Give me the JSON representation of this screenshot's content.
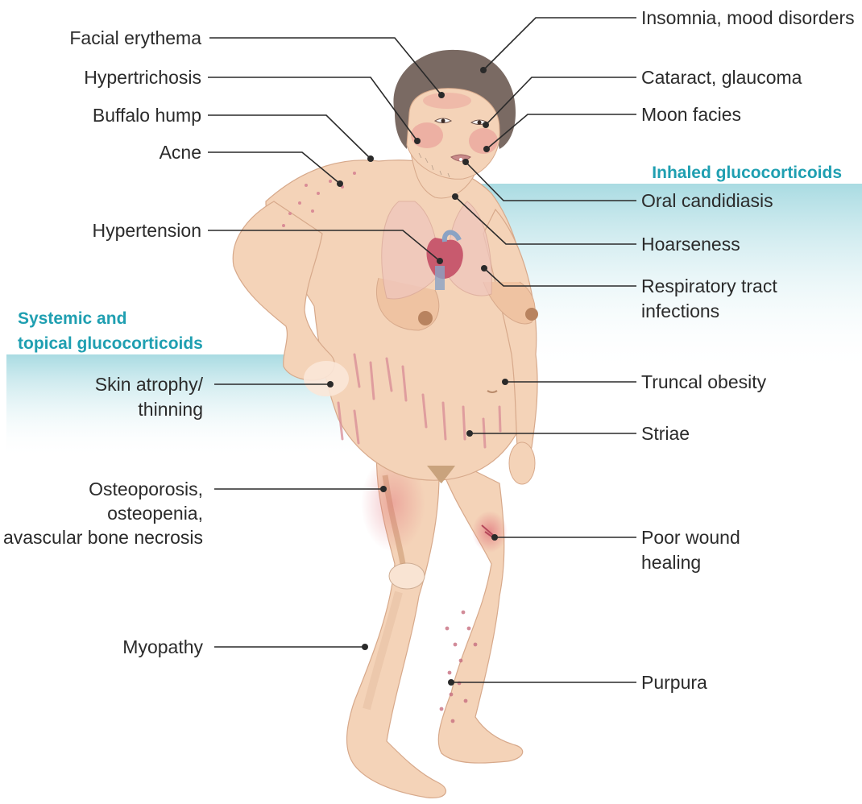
{
  "colors": {
    "accent_text": "#1f9fb1",
    "band_top": "#a9dbe2",
    "skin": "#f4d3b8",
    "skin_shade": "#e9bc9a",
    "hair": "#7a6a63",
    "striae": "#d98c96",
    "lungs": "#efc6bd",
    "heart": "#c85a6e"
  },
  "headers": {
    "inhaled": "Inhaled glucocorticoids",
    "systemic_line1": "Systemic and",
    "systemic_line2": "topical glucocorticoids"
  },
  "labels_left": {
    "facial_erythema": "Facial erythema",
    "hypertrichosis": "Hypertrichosis",
    "buffalo_hump": "Buffalo hump",
    "acne": "Acne",
    "hypertension": "Hypertension",
    "skin_atrophy_1": "Skin atrophy/",
    "skin_atrophy_2": "thinning",
    "osteo_1": "Osteoporosis,",
    "osteo_2": "osteopenia,",
    "osteo_3": "avascular bone necrosis",
    "myopathy": "Myopathy"
  },
  "labels_right": {
    "insomnia": "Insomnia, mood disorders",
    "cataract": "Cataract, glaucoma",
    "moon_facies": "Moon facies",
    "oral_candidiasis": "Oral candidiasis",
    "hoarseness": "Hoarseness",
    "resp_1": "Respiratory tract",
    "resp_2": "infections",
    "truncal_obesity": "Truncal obesity",
    "striae": "Striae",
    "wound_1": "Poor wound",
    "wound_2": "healing",
    "purpura": "Purpura"
  }
}
